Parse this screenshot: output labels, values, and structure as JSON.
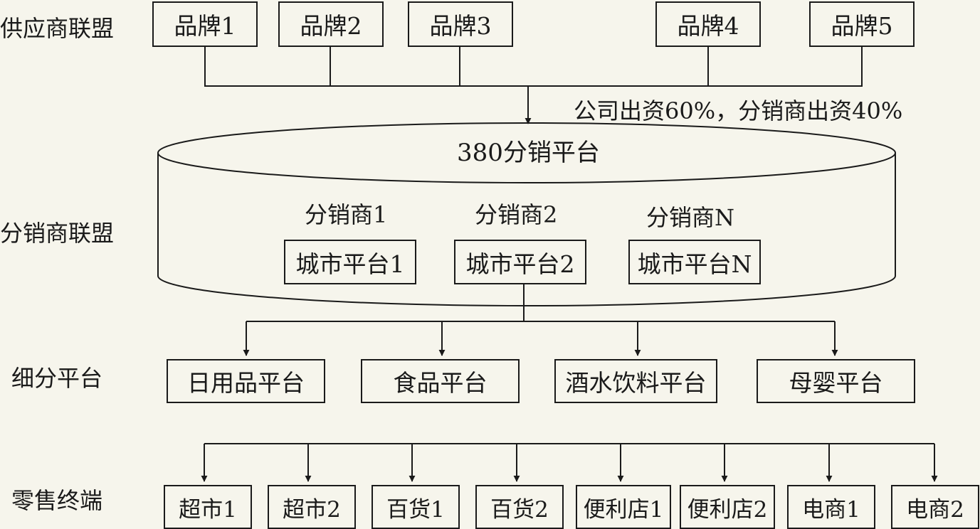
{
  "tiers": {
    "supplier": "供应商联盟",
    "distributor": "分销商联盟",
    "segment": "细分平台",
    "retail": "零售终端"
  },
  "brands": [
    "品牌1",
    "品牌2",
    "品牌3",
    "品牌4",
    "品牌5"
  ],
  "investment_note": "公司出资60%，分销商出资40%",
  "platform_title": "380分销平台",
  "distributors": [
    {
      "name": "分销商1",
      "city_platform": "城市平台1"
    },
    {
      "name": "分销商2",
      "city_platform": "城市平台2"
    },
    {
      "name": "分销商N",
      "city_platform": "城市平台N"
    }
  ],
  "segment_platforms": [
    "日用品平台",
    "食品平台",
    "酒水饮料平台",
    "母婴平台"
  ],
  "retail_terminals": [
    "超市1",
    "超市2",
    "百货1",
    "百货2",
    "便利店1",
    "便利店2",
    "电商1",
    "电商2"
  ]
}
